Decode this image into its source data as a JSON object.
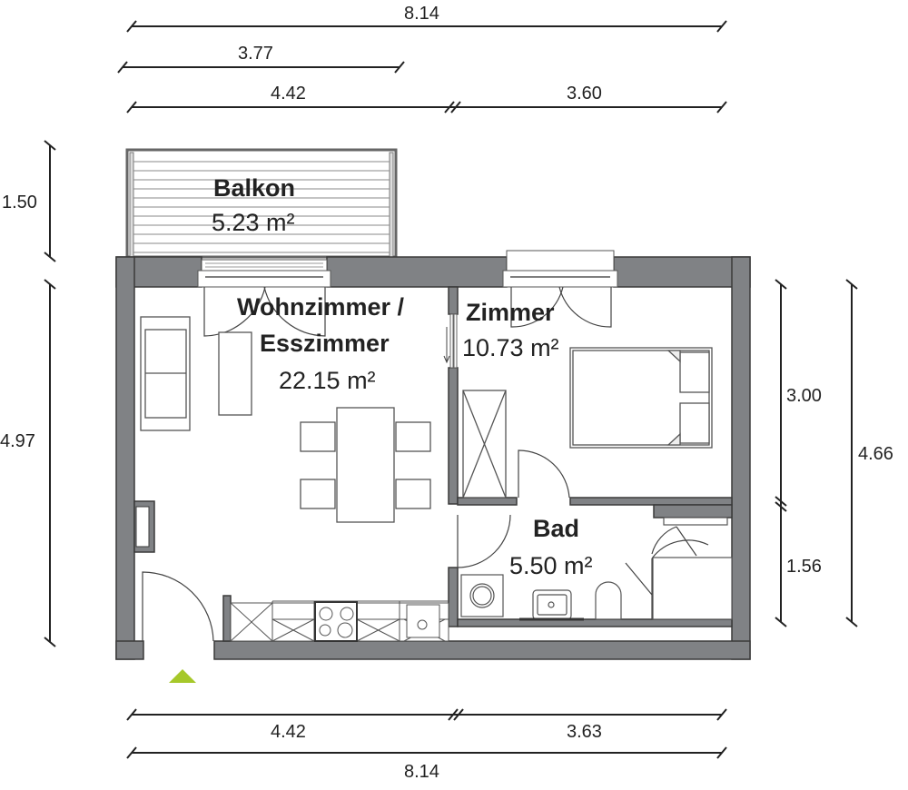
{
  "plan": {
    "colors": {
      "wall": "#808285",
      "wall_outline": "#3a3a3a",
      "furniture": "#555555",
      "entrance_marker": "#a6c82a",
      "background": "#ffffff"
    },
    "rooms": [
      {
        "id": "balkon",
        "name": "Balkon",
        "area": "5.23 m²"
      },
      {
        "id": "wohnzimmer",
        "name_line1": "Wohnzimmer /",
        "name_line2": "Esszimmer",
        "area": "22.15 m²"
      },
      {
        "id": "zimmer",
        "name": "Zimmer",
        "area": "10.73 m²"
      },
      {
        "id": "bad",
        "name": "Bad",
        "area": "5.50 m²"
      }
    ],
    "dimensions": {
      "top_total": "8.14",
      "top_balcony": "3.77",
      "top_left": "4.42",
      "top_right": "3.60",
      "left_balcony": "1.50",
      "left_total": "4.97",
      "right_upper": "3.00",
      "right_lower": "1.56",
      "right_total": "4.66",
      "bottom_left": "4.42",
      "bottom_right": "3.63",
      "bottom_total": "8.14"
    },
    "entrance": {
      "icon": "entrance-triangle-icon"
    }
  }
}
